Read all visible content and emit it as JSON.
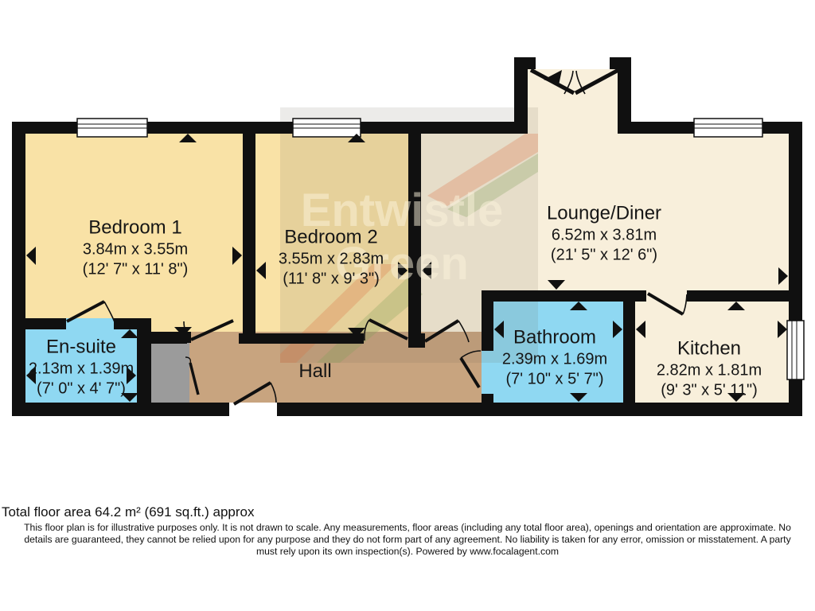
{
  "plan": {
    "watermark": {
      "line1": "Entwistle",
      "line2": "Green"
    },
    "rooms": [
      {
        "key": "bedroom1",
        "name": "Bedroom 1",
        "metric": "3.84m x 3.55m",
        "imperial": "(12' 7\" x 11' 8\")"
      },
      {
        "key": "bedroom2",
        "name": "Bedroom 2",
        "metric": "3.55m x 2.83m",
        "imperial": "(11' 8\" x 9' 3\")"
      },
      {
        "key": "lounge",
        "name": "Lounge/Diner",
        "metric": "6.52m x 3.81m",
        "imperial": "(21' 5\" x 12' 6\")"
      },
      {
        "key": "ensuite",
        "name": "En-suite",
        "metric": "2.13m x 1.39m",
        "imperial": "(7' 0\" x 4' 7\")"
      },
      {
        "key": "hall",
        "name": "Hall",
        "metric": "",
        "imperial": ""
      },
      {
        "key": "bathroom",
        "name": "Bathroom",
        "metric": "2.39m x 1.69m",
        "imperial": "(7' 10\" x 5' 7\")"
      },
      {
        "key": "kitchen",
        "name": "Kitchen",
        "metric": "2.82m x 1.81m",
        "imperial": "(9' 3\" x 5' 11\")"
      }
    ]
  },
  "footer": {
    "total_area": "Total floor area 64.2 m² (691 sq.ft.) approx",
    "disclaimer_line1": "This floor plan is for illustrative purposes only. It is not drawn to scale. Any measurements, floor areas (including any total floor area), openings and orientation are approximate. No",
    "disclaimer_line2": "details are guaranteed, they cannot be relied upon for any purpose and they do not form part of any agreement. No liability is taken for any error, omission or misstatement. A party",
    "disclaimer_line3": "must rely upon its own inspection(s). Powered by www.focalagent.com"
  },
  "colors": {
    "wall": "#101010",
    "bedroom_fill": "#F9E2A6",
    "lounge_fill": "#F8EFDB",
    "wet_room_fill": "#8FD8F2",
    "hall_fill": "#C8A47F",
    "cupboard_fill": "#9B9B9B",
    "window_fill": "#FFFFFF",
    "watermark_tint": "#6B6455",
    "watermark_text": "#FCF4DC",
    "watermark_orange": "#DB7040",
    "watermark_green": "#7E9E57"
  }
}
